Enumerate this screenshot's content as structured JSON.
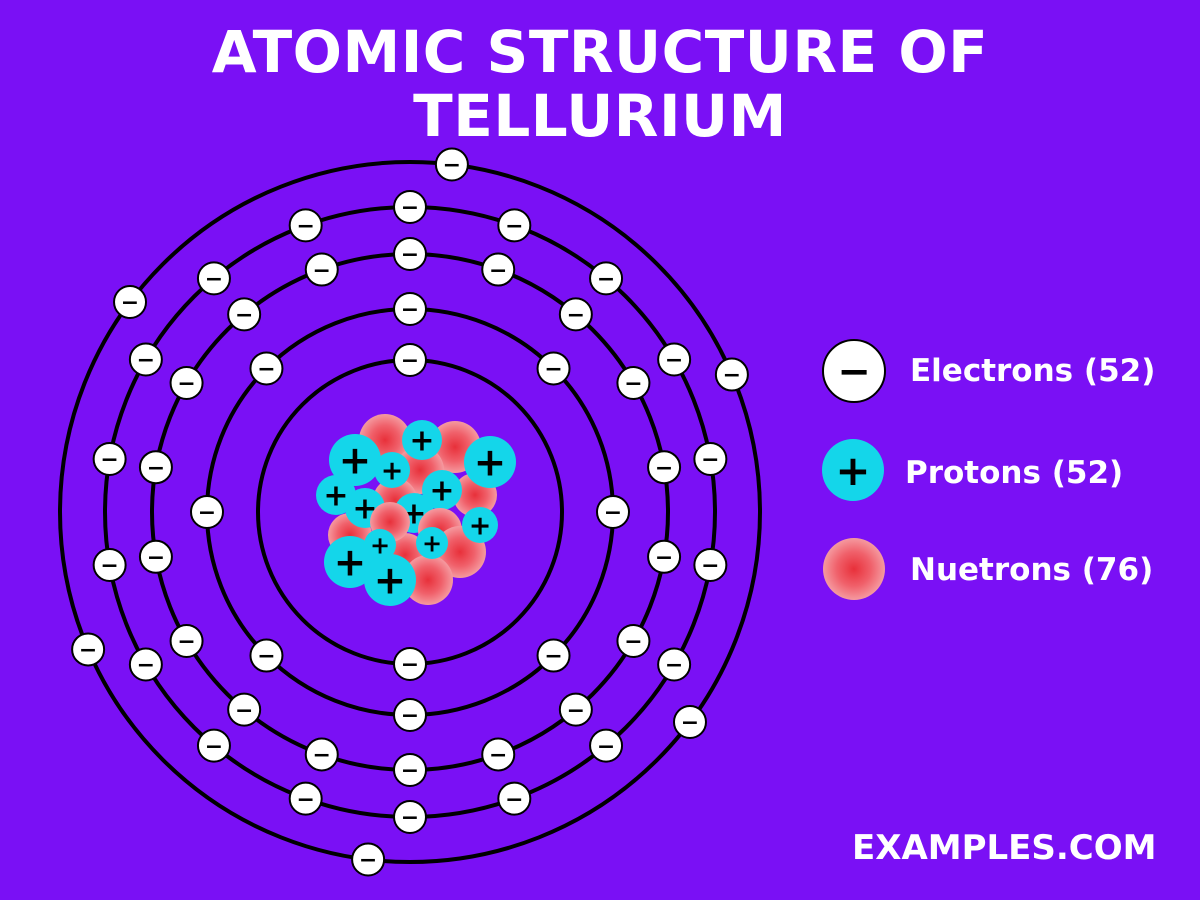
{
  "title": {
    "line1": "ATOMIC STRUCTURE OF",
    "line2": "TELLURIUM"
  },
  "legend": {
    "electrons": "Electrons (52)",
    "protons": "Protons (52)",
    "neutrons": "Nuetrons (76)"
  },
  "watermark": "EXAMPLES.COM",
  "shells": [
    {
      "electrons": 2
    },
    {
      "electrons": 8
    },
    {
      "electrons": 18
    },
    {
      "electrons": 18
    },
    {
      "electrons": 6
    }
  ],
  "symbols": {
    "electron": "−",
    "proton": "+"
  },
  "colors": {
    "background": "#7a10f5",
    "orbit": "#000000",
    "electron": "#ffffff",
    "proton": "#14d6ea",
    "neutron": "#f0606a",
    "text": "#ffffff"
  }
}
